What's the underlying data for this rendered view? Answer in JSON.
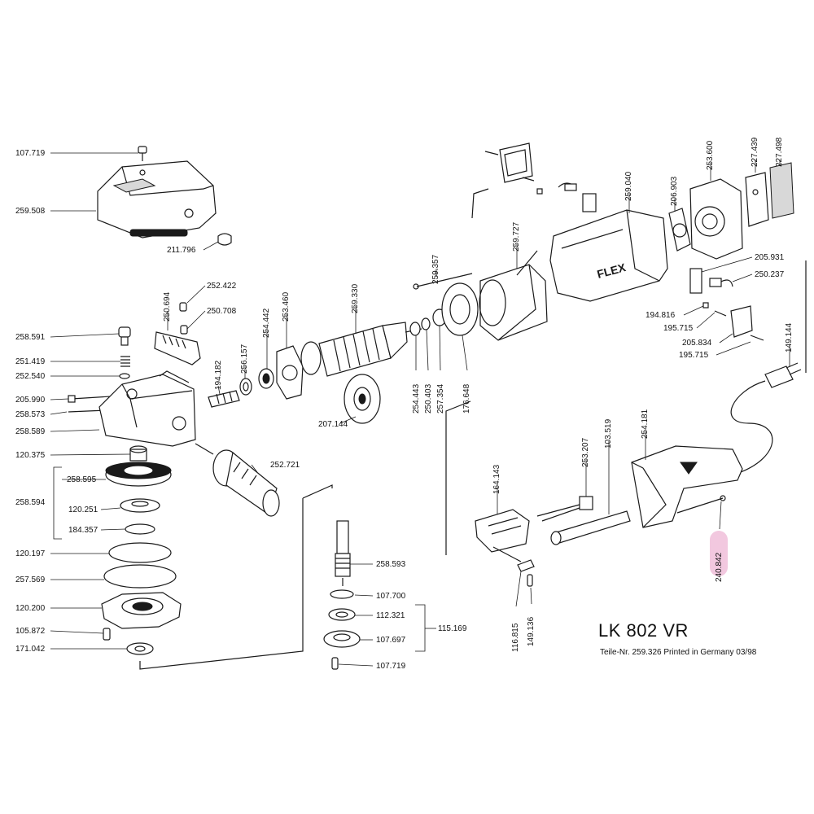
{
  "title": "LK 802 VR",
  "subtitle": "Teile-Nr. 259.326 Printed in Germany 03/98",
  "brand": "FLEX",
  "highlight_color": "#f2c8df",
  "parts": {
    "p107719a": "107.719",
    "p259508": "259.508",
    "p211796": "211.796",
    "p250694": "250.694",
    "p252422": "252.422",
    "p250708": "250.708",
    "p258591": "258.591",
    "p251419": "251.419",
    "p252540": "252.540",
    "p205990": "205.990",
    "p258573": "258.573",
    "p258589": "258.589",
    "p120375": "120.375",
    "p258595": "258.595",
    "p258594": "258.594",
    "p120251": "120.251",
    "p184357": "184.357",
    "p120197": "120.197",
    "p257569": "257.569",
    "p120200": "120.200",
    "p105872": "105.872",
    "p171042": "171.042",
    "p194182": "194.182",
    "p256157": "256.157",
    "p254442": "254.442",
    "p253460": "253.460",
    "p259330": "259.330",
    "p207144": "207.144",
    "p252721": "252.721",
    "p254443": "254.443",
    "p250403": "250.403",
    "p257354": "257.354",
    "p176648": "176.648",
    "p259357": "259.357",
    "p259727": "259.727",
    "p259040": "259.040",
    "p206903": "206.903",
    "p253600": "253.600",
    "p227439": "227.439",
    "p227498": "227.498",
    "p205931": "205.931",
    "p250237": "250.237",
    "p194816": "194.816",
    "p195715a": "195.715",
    "p205834": "205.834",
    "p195715b": "195.715",
    "p149144": "149.144",
    "p258593": "258.593",
    "p107700": "107.700",
    "p112321": "112.321",
    "p115169": "115.169",
    "p107697": "107.697",
    "p107719b": "107.719",
    "p164143": "164.143",
    "p253207": "253.207",
    "p103519": "103.519",
    "p254181": "254.181",
    "p240842": "240.842",
    "p116815": "116.815",
    "p149136": "149.136"
  }
}
